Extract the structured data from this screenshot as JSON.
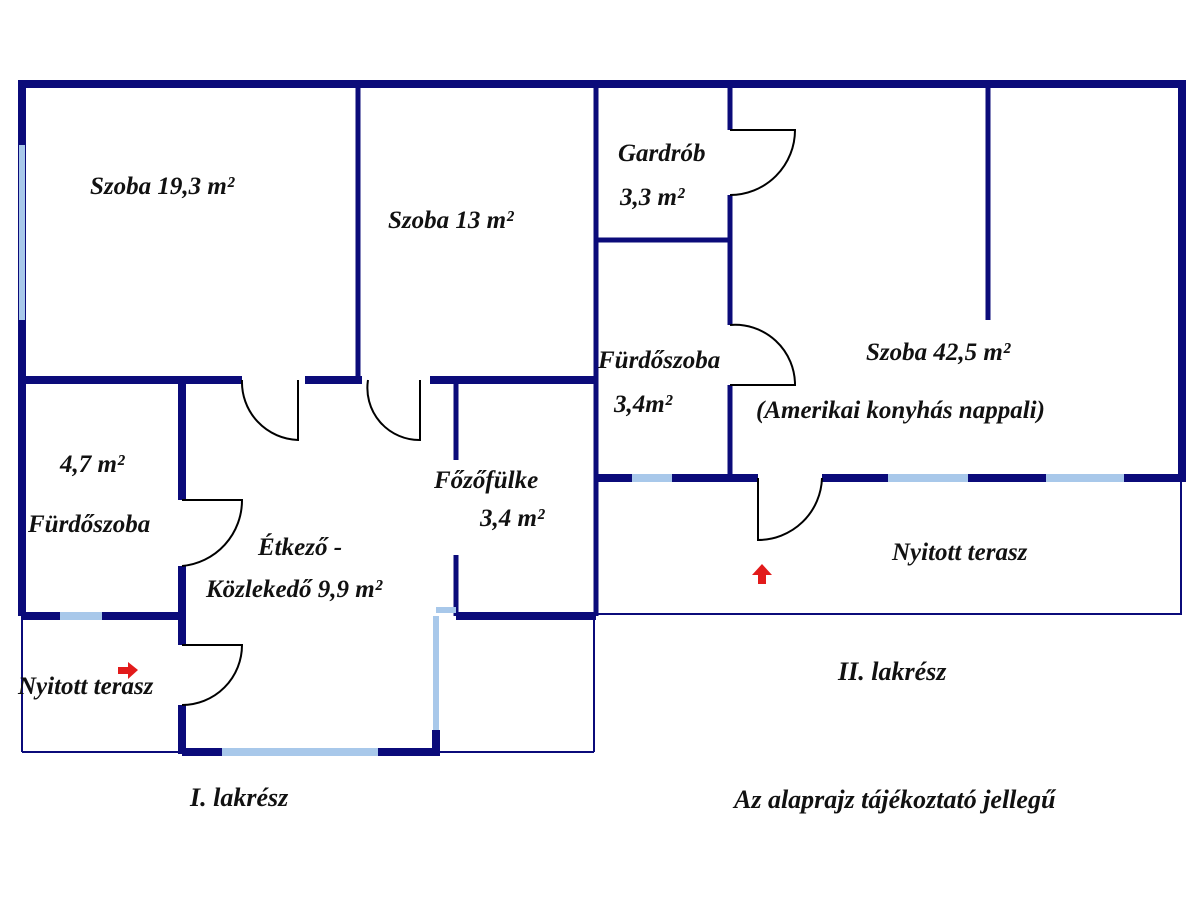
{
  "plan": {
    "colors": {
      "wall": "#0b0b7a",
      "window": "#a8c8ea",
      "door": "#000000",
      "arrow": "#e21b1b"
    },
    "rooms": {
      "szoba_19": "Szoba 19,3 m²",
      "szoba_13": "Szoba 13 m²",
      "gardrob_name": "Gardrób",
      "gardrob_area": "3,3 m²",
      "furdo2_name": "Fürdőszoba",
      "furdo2_area": "3,4m²",
      "szoba_42": "Szoba 42,5 m²",
      "szoba_42_sub": "(Amerikai konyhás nappali)",
      "furdo1_area": "4,7 m²",
      "furdo1_name": "Fürdőszoba",
      "etkezo_1": "Étkező -",
      "etkezo_2": "Közlekedő 9,9 m²",
      "fozo_name": "Főzőfülke",
      "fozo_area": "3,4 m²",
      "terasz_1": "Nyitott terasz",
      "terasz_2": "Nyitott terasz"
    },
    "sections": {
      "unit_1": "I. lakrész",
      "unit_2": "II. lakrész"
    },
    "disclaimer": "Az alaprajz tájékoztató jellegű",
    "icons": {
      "entrance_1": "arrow-right-icon",
      "entrance_2": "arrow-up-icon"
    }
  }
}
